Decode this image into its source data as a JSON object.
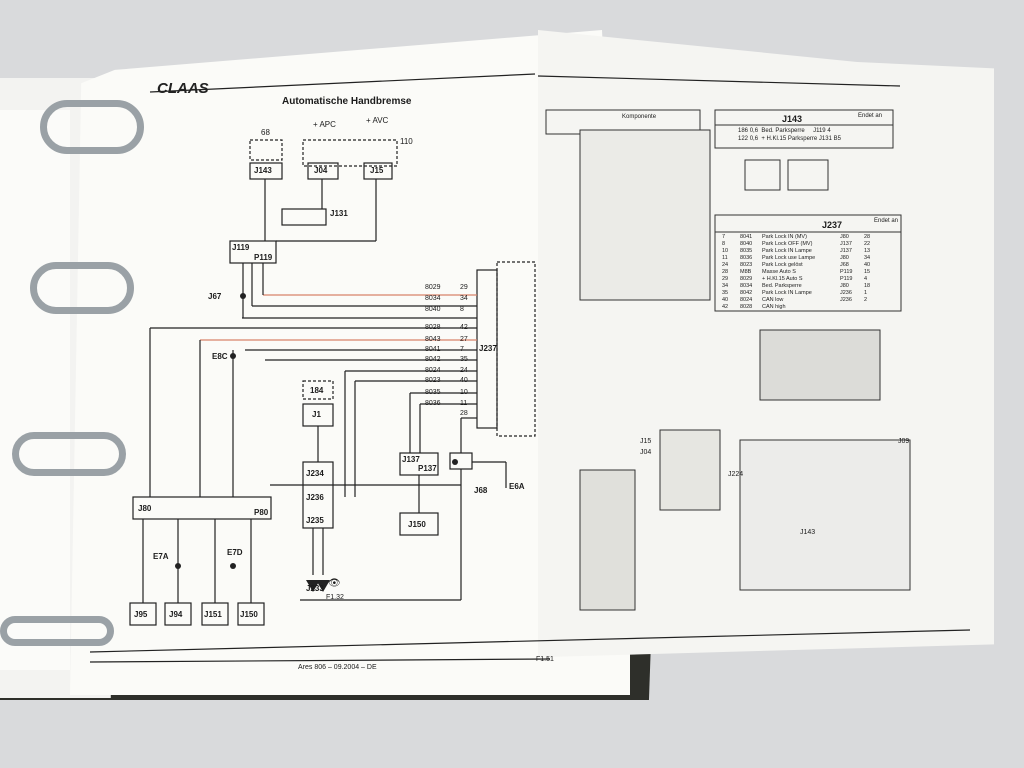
{
  "brand": "CLAAS",
  "diagram_title": "Automatische Handbremse",
  "footer": {
    "edition": "Ares 806 – 09.2004 – DE",
    "page": "F1.51"
  },
  "components": {
    "c68": "68",
    "apc": "+ APC",
    "avc": "+ AVC",
    "c110": "110",
    "j143": "J143",
    "j04": "J04",
    "j15": "J15",
    "j131": "J131",
    "j119": "J119",
    "p119": "P119",
    "j67": "J67",
    "e8c": "E8C",
    "j237": "J237",
    "c184": "184",
    "j1": "J1",
    "j234": "J234",
    "j236": "J236",
    "j235": "J235",
    "j137": "J137",
    "p137": "P137",
    "j68": "J68",
    "e6a": "E6A",
    "j150": "J150",
    "j80": "J80",
    "p80": "P80",
    "e7a": "E7A",
    "e7d": "E7D",
    "j95": "J95",
    "j94": "J94",
    "j151": "J151",
    "j150b": "J150",
    "j233": "J233",
    "f132": "F1.32"
  },
  "wires": [
    "8029",
    "8034",
    "8040",
    "8028",
    "8043",
    "8041",
    "8042",
    "8024",
    "8023",
    "8035",
    "8036"
  ],
  "pins": [
    "29",
    "34",
    "8",
    "42",
    "27",
    "7",
    "35",
    "24",
    "40",
    "10",
    "11",
    "28"
  ],
  "right_page": {
    "table1_title": "J143",
    "table1_col_endet": "Endet an",
    "table1_rows": [
      [
        "186",
        "0,6",
        "Bed. Parksperre",
        "J119",
        "4"
      ],
      [
        "122",
        "0,6",
        "+ H.Kl.15 Parksperre",
        "J131",
        "B5"
      ]
    ],
    "table2_title": "J237",
    "table2_col_endet": "Endet an",
    "table2_rows": [
      [
        "7",
        "8041",
        "Park Lock IN (MV)",
        "J80",
        "28"
      ],
      [
        "8",
        "8040",
        "Park Lock OFF (MV)",
        "J137",
        "22"
      ],
      [
        "10",
        "8035",
        "Park Lock IN Lampe",
        "J137",
        "13"
      ],
      [
        "11",
        "8036",
        "Park Lock use Lampe",
        "J80",
        "34"
      ],
      [
        "24",
        "8023",
        "Park Lock gelöst",
        "J68",
        "40"
      ],
      [
        "28",
        "M8B",
        "Masse Auto S",
        "P119",
        "15"
      ],
      [
        "29",
        "8029",
        "+ H.Kl.15 Auto S",
        "P119",
        "4"
      ],
      [
        "34",
        "8034",
        "Bed. Parksperre",
        "J80",
        "18"
      ],
      [
        "35",
        "8042",
        "Park Lock IN Lampe",
        "J236",
        "1"
      ],
      [
        "40",
        "8024",
        "CAN low",
        "J236",
        "2"
      ],
      [
        "42",
        "8028",
        "CAN high",
        "",
        ""
      ]
    ],
    "header_caption": "Komponente",
    "labels": [
      "J15",
      "J04",
      "J224",
      "J09",
      "J143"
    ]
  }
}
